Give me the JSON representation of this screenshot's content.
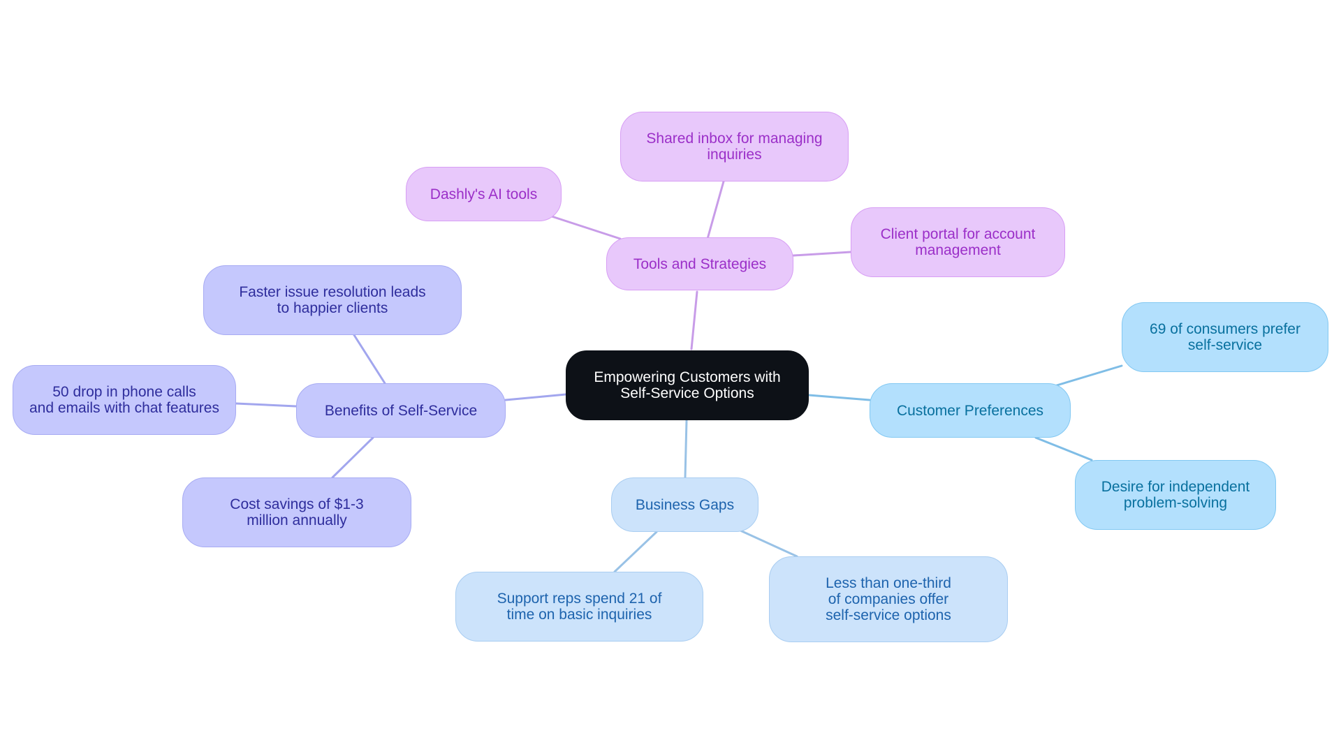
{
  "root": {
    "id": "root",
    "label": "Empowering Customers with Self-Service Options"
  },
  "branches": [
    {
      "id": "tools",
      "label": "Tools and Strategies",
      "theme": "purple",
      "children": [
        {
          "id": "dashly",
          "label": "Dashly's AI tools"
        },
        {
          "id": "inbox",
          "label": "Shared inbox for managing inquiries"
        },
        {
          "id": "portal",
          "label": "Client portal for account management"
        }
      ]
    },
    {
      "id": "benefits",
      "label": "Benefits of Self-Service",
      "theme": "indigo",
      "children": [
        {
          "id": "faster",
          "label": "Faster issue resolution leads to happier clients"
        },
        {
          "id": "drop",
          "label": "50 drop in phone calls and emails with chat features"
        },
        {
          "id": "savings",
          "label": "Cost savings of $1-3 million annually"
        }
      ]
    },
    {
      "id": "gaps",
      "label": "Business Gaps",
      "theme": "lightblue",
      "children": [
        {
          "id": "reps",
          "label": "Support reps spend 21 of time on basic inquiries"
        },
        {
          "id": "third",
          "label": "Less than one-third of companies offer self-service options"
        }
      ]
    },
    {
      "id": "prefs",
      "label": "Customer Preferences",
      "theme": "sky",
      "children": [
        {
          "id": "pct69",
          "label": "69 of consumers prefer self-service"
        },
        {
          "id": "desire",
          "label": "Desire for independent problem-solving"
        }
      ]
    }
  ]
}
